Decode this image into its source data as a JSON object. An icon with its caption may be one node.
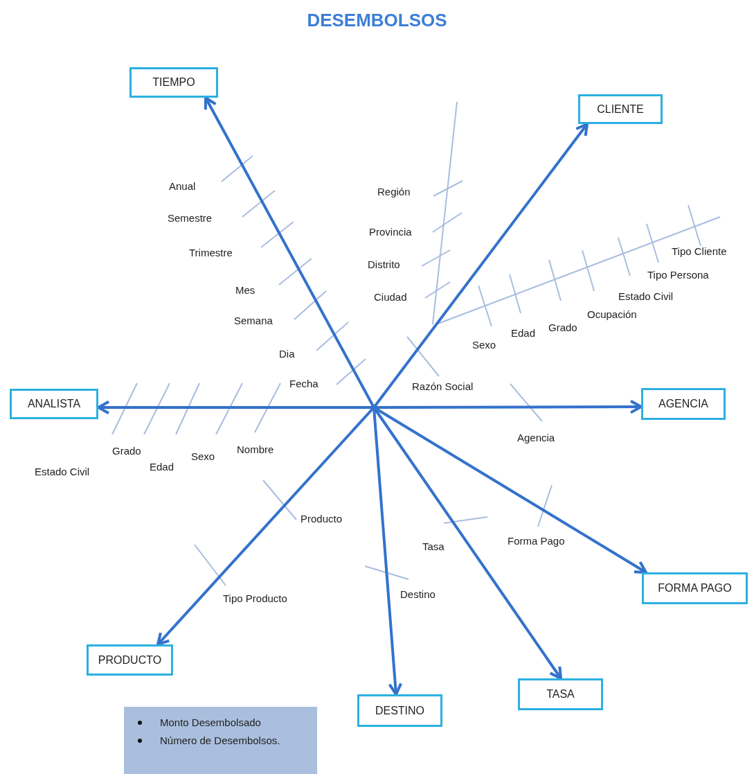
{
  "diagram": {
    "title": "DESEMBOLSOS",
    "nodes": [
      {
        "text": [
          "TIEMPO"
        ]
      },
      {
        "text": [
          "CLIENTE"
        ]
      },
      {
        "text": [
          "ANALISTA"
        ]
      },
      {
        "text": [
          "AGENCIA"
        ]
      },
      {
        "text": [
          "FORMA PAGO"
        ]
      },
      {
        "text": [
          "PRODUCTO"
        ]
      },
      {
        "text": [
          "DESTINO"
        ]
      },
      {
        "text": [
          "TASA"
        ]
      },
      {
        "text": [
          "Monto Desembolsado",
          "Número de Desembolsos."
        ]
      }
    ],
    "edges": [
      {
        "from": null,
        "to": 0,
        "arrow": "to"
      },
      {
        "from": null,
        "to": 1,
        "arrow": "to"
      },
      {
        "from": null,
        "to": 2,
        "arrow": "to"
      },
      {
        "from": null,
        "to": 3,
        "arrow": "to"
      },
      {
        "from": null,
        "to": 4,
        "arrow": "to"
      },
      {
        "from": null,
        "to": 5,
        "arrow": "to"
      },
      {
        "from": null,
        "to": 6,
        "arrow": "to"
      },
      {
        "from": null,
        "to": 7,
        "arrow": "to"
      }
    ],
    "labels": [
      "Anual",
      "Región",
      "Semestre",
      "Provincia",
      "Trimestre",
      "Tipo Cliente",
      "Distrito",
      "Tipo Persona",
      "Mes",
      "Ciudad",
      "Estado Civil",
      "Semana",
      "Ocupación",
      "Edad",
      "Grado",
      "Sexo",
      "Dia",
      "Fecha",
      "Razón Social",
      "Agencia",
      "Grado",
      "Sexo",
      "Nombre",
      "Estado Civil",
      "Edad",
      "Producto",
      "Tasa",
      "Forma Pago",
      "Tipo Producto",
      "Destino"
    ]
  }
}
